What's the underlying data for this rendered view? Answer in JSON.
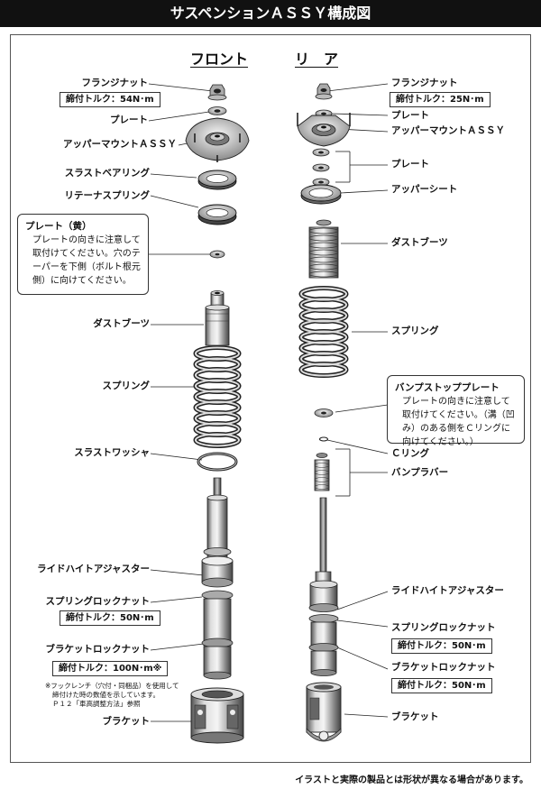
{
  "title": "サスペンションＡＳＳＹ構成図",
  "front": {
    "heading": "フロント",
    "flange_nut": "フランジナット",
    "flange_nut_torque": "締付トルク：54N･m",
    "plate": "プレート",
    "upper_mount": "アッパーマウントＡＳＳＹ",
    "thrust_bearing": "スラストベアリング",
    "retainer_spring": "リテーナスプリング",
    "plate_note_title": "プレート（黄）",
    "plate_note_body": "プレートの向きに注意して取付けてください。穴のテーパーを下側（ボルト根元側）に向けてください。",
    "dust_boots": "ダストブーツ",
    "spring": "スプリング",
    "thrust_washer": "スラストワッシャ",
    "ride_height": "ライドハイトアジャスター",
    "spring_lock_nut": "スプリングロックナット",
    "spring_lock_torque": "締付トルク：50N･m",
    "bracket_lock_nut": "ブラケットロックナット",
    "bracket_lock_torque": "締付トルク：100N･m※",
    "footnote_1": "※フックレンチ（穴付・同梱品）を使用して",
    "footnote_2": "締付けた時の数値を示しています。",
    "footnote_3": "Ｐ１２「車高調整方法」参照",
    "bracket": "ブラケット"
  },
  "rear": {
    "heading": "リ　ア",
    "flange_nut": "フランジナット",
    "flange_nut_torque": "締付トルク：25N･m",
    "plate": "プレート",
    "upper_mount": "アッパーマウントＡＳＳＹ",
    "plates": "プレート",
    "upper_seat": "アッパーシート",
    "dust_boots": "ダストブーツ",
    "spring": "スプリング",
    "bump_plate_title": "バンプストッププレート",
    "bump_plate_body": "プレートの向きに注意して取付けてください。（溝（凹み）のある側をＣリングに向けてください。）",
    "c_ring": "Ｃリング",
    "bump_rubber": "バンプラバー",
    "ride_height": "ライドハイトアジャスター",
    "spring_lock_nut": "スプリングロックナット",
    "spring_lock_torque": "締付トルク：50N･m",
    "bracket_lock_nut": "ブラケットロックナット",
    "bracket_lock_torque": "締付トルク：50N･m",
    "bracket": "ブラケット"
  },
  "disclaimer": "イラストと実際の製品とは形状が異なる場合があります。"
}
